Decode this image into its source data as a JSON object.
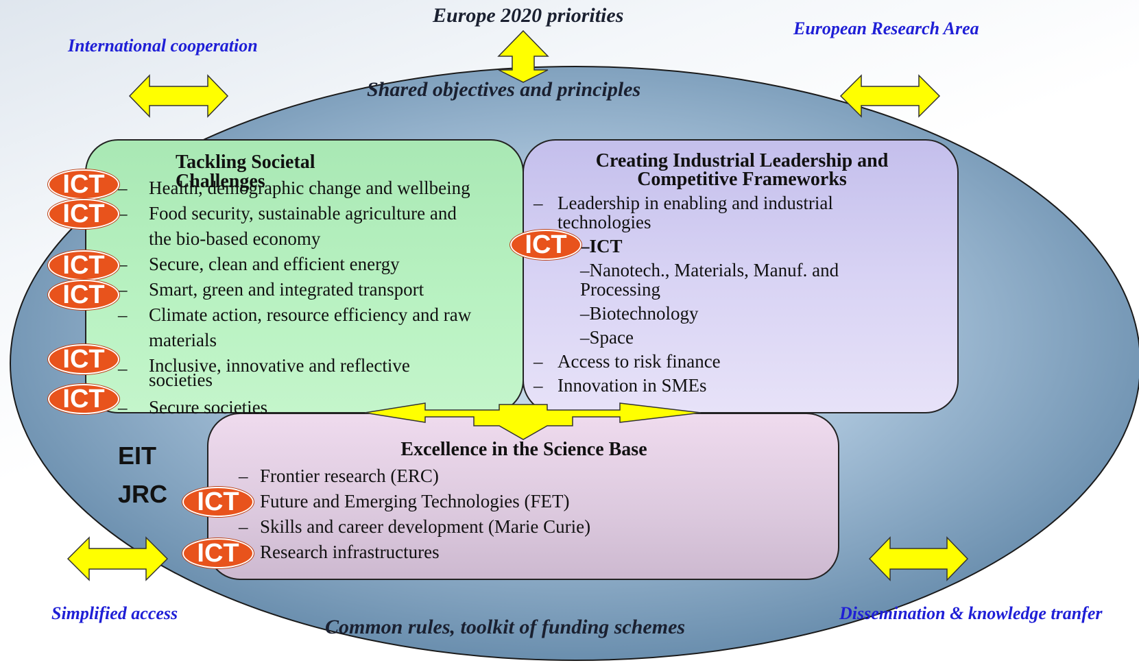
{
  "top_label": "Europe 2020 priorities",
  "corner_labels": {
    "top_left": "International cooperation",
    "top_right": "European Research Area",
    "bottom_left": "Simplified access",
    "bottom_right": "Dissemination & knowledge tranfer"
  },
  "oval": {
    "top_text": "Shared objectives and principles",
    "bottom_text": "Common rules, toolkit of funding schemes"
  },
  "societal": {
    "title": "Tackling Societal Challenges",
    "items": [
      "Health, demographic change and wellbeing",
      "Food security, sustainable agriculture and",
      "the bio-based economy",
      "Secure, clean and efficient energy",
      "Smart, green and integrated transport",
      "Climate action, resource efficiency and raw",
      "materials",
      "Inclusive, innovative and reflective",
      "societies",
      "Secure societies"
    ]
  },
  "industrial": {
    "title_line1": "Creating Industrial Leadership and",
    "title_line2": "Competitive Frameworks",
    "lead_line1": "Leadership in enabling and industrial",
    "lead_line2": "technologies",
    "sub_ict": "–ICT",
    "sub_nano_line1": "–Nanotech., Materials, Manuf. and",
    "sub_nano_line2": "Processing",
    "sub_bio": "–Biotechnology",
    "sub_space": "–Space",
    "risk": "Access to risk finance",
    "sme": "Innovation in SMEs"
  },
  "science": {
    "title": "Excellence in the Science Base",
    "items": [
      "Frontier research (ERC)",
      "Future and Emerging Technologies (FET)",
      "Skills and career development (Marie Curie)",
      "Research infrastructures"
    ]
  },
  "ict_badge": "ICT",
  "dash": "–",
  "side_labels": {
    "eit": "EIT",
    "jrc": "JRC"
  },
  "colors": {
    "arrow_fill": "#ffff00",
    "ict_badge": "#e8531c",
    "corner_label": "#1f1fd6"
  }
}
